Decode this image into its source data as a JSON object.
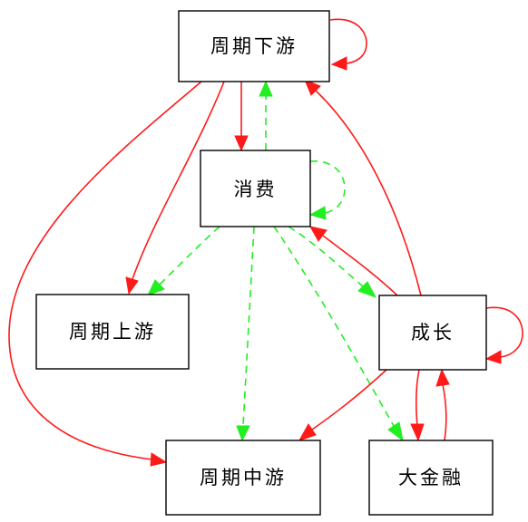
{
  "diagram": {
    "nodes": [
      {
        "id": "zhouqi_xiayou",
        "label": "周期下游"
      },
      {
        "id": "xiaofei",
        "label": "消费"
      },
      {
        "id": "zhouqi_shangyou",
        "label": "周期上游"
      },
      {
        "id": "chengzhang",
        "label": "成长"
      },
      {
        "id": "zhouqi_zhongyou",
        "label": "周期中游"
      },
      {
        "id": "dajinrong",
        "label": "大金融"
      }
    ],
    "edges": [
      {
        "from": "zhouqi_xiayou",
        "to": "zhouqi_xiayou",
        "style": "solid",
        "color": "#ff1a1a"
      },
      {
        "from": "zhouqi_xiayou",
        "to": "xiaofei",
        "style": "solid",
        "color": "#ff1a1a"
      },
      {
        "from": "zhouqi_xiayou",
        "to": "zhouqi_shangyou",
        "style": "solid",
        "color": "#ff1a1a"
      },
      {
        "from": "zhouqi_xiayou",
        "to": "zhouqi_zhongyou",
        "style": "solid",
        "color": "#ff1a1a"
      },
      {
        "from": "xiaofei",
        "to": "zhouqi_xiayou",
        "style": "dashed",
        "color": "#22ee22"
      },
      {
        "from": "xiaofei",
        "to": "xiaofei",
        "style": "dashed",
        "color": "#22ee22"
      },
      {
        "from": "xiaofei",
        "to": "zhouqi_shangyou",
        "style": "dashed",
        "color": "#22ee22"
      },
      {
        "from": "xiaofei",
        "to": "zhouqi_zhongyou",
        "style": "dashed",
        "color": "#22ee22"
      },
      {
        "from": "xiaofei",
        "to": "chengzhang",
        "style": "dashed",
        "color": "#22ee22"
      },
      {
        "from": "xiaofei",
        "to": "dajinrong",
        "style": "dashed",
        "color": "#22ee22"
      },
      {
        "from": "chengzhang",
        "to": "zhouqi_xiayou",
        "style": "solid",
        "color": "#ff1a1a"
      },
      {
        "from": "chengzhang",
        "to": "xiaofei",
        "style": "solid",
        "color": "#ff1a1a"
      },
      {
        "from": "chengzhang",
        "to": "chengzhang",
        "style": "solid",
        "color": "#ff1a1a"
      },
      {
        "from": "chengzhang",
        "to": "zhouqi_zhongyou",
        "style": "solid",
        "color": "#ff1a1a"
      },
      {
        "from": "chengzhang",
        "to": "dajinrong",
        "style": "solid",
        "color": "#ff1a1a"
      },
      {
        "from": "dajinrong",
        "to": "chengzhang",
        "style": "solid",
        "color": "#ff1a1a"
      }
    ]
  }
}
